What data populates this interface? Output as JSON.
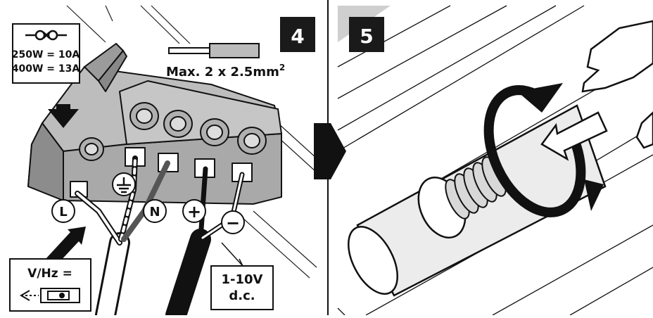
{
  "panel_left": {
    "step": "4",
    "fuse": {
      "line1": "250W = 10A",
      "line2": "400W = 13A"
    },
    "cable_spec": {
      "text": "Max. 2 x 2.5mm",
      "superscript": "2"
    },
    "terminals": {
      "L": "L",
      "N": "N",
      "plus": "+",
      "minus": "−"
    },
    "vhz_label": "V/Hz =",
    "dim_box": {
      "line1": "1-10V",
      "line2": "d.c."
    }
  },
  "panel_right": {
    "step": "5"
  },
  "colors": {
    "ink": "#111111",
    "housing": "#a9a9a9",
    "housing_dark": "#8c8c8c",
    "shadow": "#cfcfcf",
    "tube": "#ececec"
  },
  "icons": [
    "fuse-icon",
    "earth-ground-icon",
    "push-arrow-icon",
    "rotate-arrow-icon",
    "slide-arrow-icon",
    "hand-icon",
    "transition-arrow-icon"
  ]
}
